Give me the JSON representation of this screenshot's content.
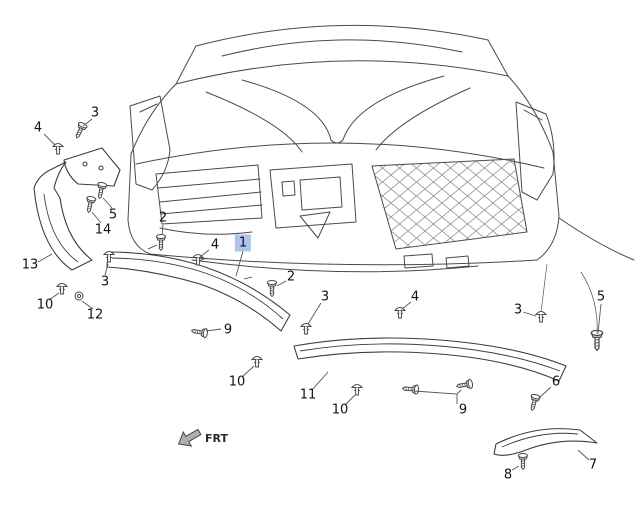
{
  "diagram": {
    "frt_label": "FRT",
    "selected_callout": "1",
    "highlight_color": "#adc6e8",
    "line_color": "#4a4a4a"
  },
  "callouts": [
    {
      "label": "4"
    },
    {
      "label": "3"
    },
    {
      "label": "5"
    },
    {
      "label": "14"
    },
    {
      "label": "2"
    },
    {
      "label": "13"
    },
    {
      "label": "3"
    },
    {
      "label": "4"
    },
    {
      "label": "1",
      "selected": true
    },
    {
      "label": "2"
    },
    {
      "label": "3"
    },
    {
      "label": "10"
    },
    {
      "label": "12"
    },
    {
      "label": "9"
    },
    {
      "label": "4"
    },
    {
      "label": "3"
    },
    {
      "label": "5"
    },
    {
      "label": "10"
    },
    {
      "label": "11"
    },
    {
      "label": "10"
    },
    {
      "label": "9"
    },
    {
      "label": "6"
    },
    {
      "label": "7"
    },
    {
      "label": "8"
    }
  ]
}
